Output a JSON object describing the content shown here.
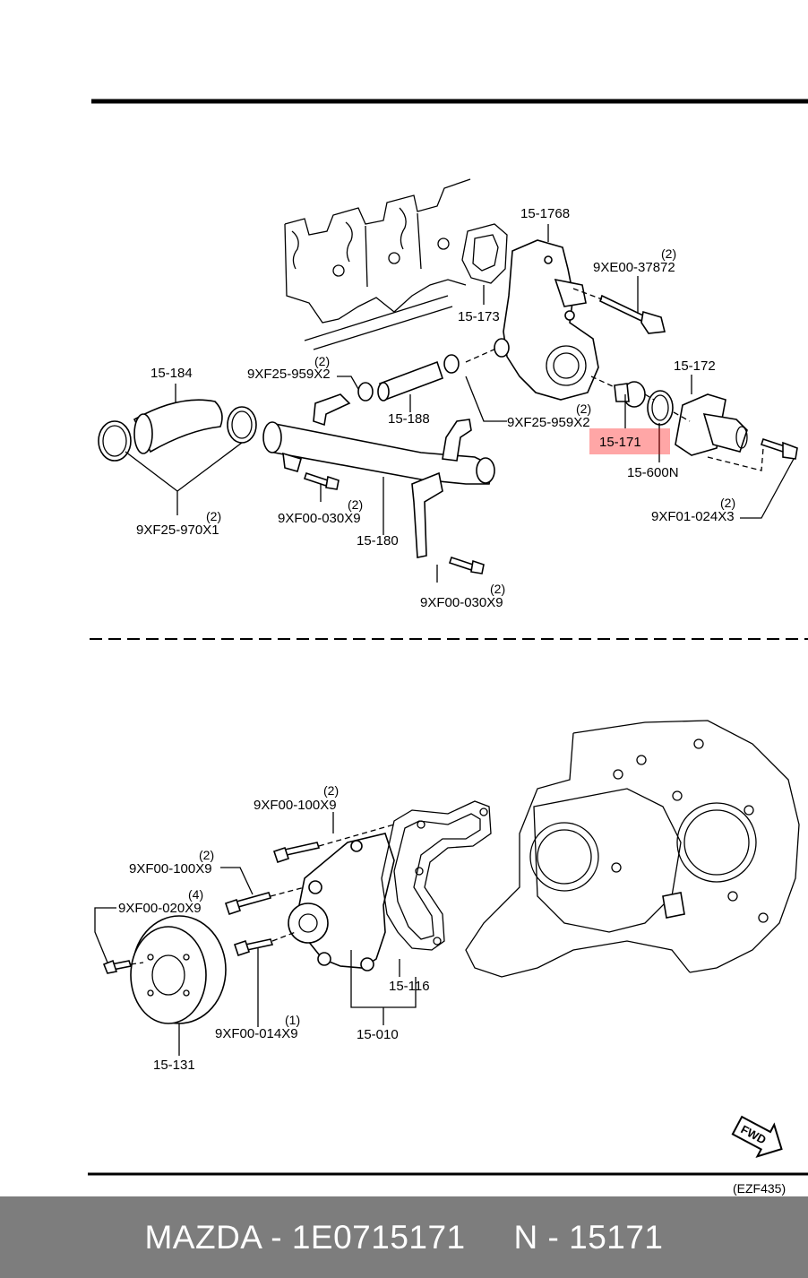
{
  "diagram": {
    "labels": {
      "p15_1768": "15-1768",
      "p9xe00_37872": "9XE00-37872",
      "q_37872": "(2)",
      "p15_173": "15-173",
      "p15_184": "15-184",
      "p9xf25_959x2_a": "9XF25-959X2",
      "q_959a": "(2)",
      "p15_188": "15-188",
      "p9xf25_959x2_b": "9XF25-959X2",
      "q_959b": "(2)",
      "p15_172": "15-172",
      "p15_171": "15-171",
      "p15_600n": "15-600N",
      "p9xf01_024x3": "9XF01-024X3",
      "q_024": "(2)",
      "p9xf25_970x1": "9XF25-970X1",
      "q_970": "(2)",
      "p9xf00_030x9_a": "9XF00-030X9",
      "q_030a": "(2)",
      "p15_180": "15-180",
      "p9xf00_030x9_b": "9XF00-030X9",
      "q_030b": "(2)",
      "p9xf00_100x9_a": "9XF00-100X9",
      "q_100a": "(2)",
      "p9xf00_100x9_b": "9XF00-100X9",
      "q_100b": "(2)",
      "p9xf00_020x9": "9XF00-020X9",
      "q_020": "(4)",
      "p15_116": "15-116",
      "p15_010": "15-010",
      "p9xf00_014x9": "9XF00-014X9",
      "q_014": "(1)",
      "p15_131": "15-131",
      "fwd": "FWD",
      "ref_code": "(EZF435)"
    },
    "highlight_color": "#ff0000"
  },
  "footer": {
    "text": "MAZDA - 1E0715171     N - 15171",
    "background": "#7d7d7d",
    "color": "#ffffff"
  }
}
